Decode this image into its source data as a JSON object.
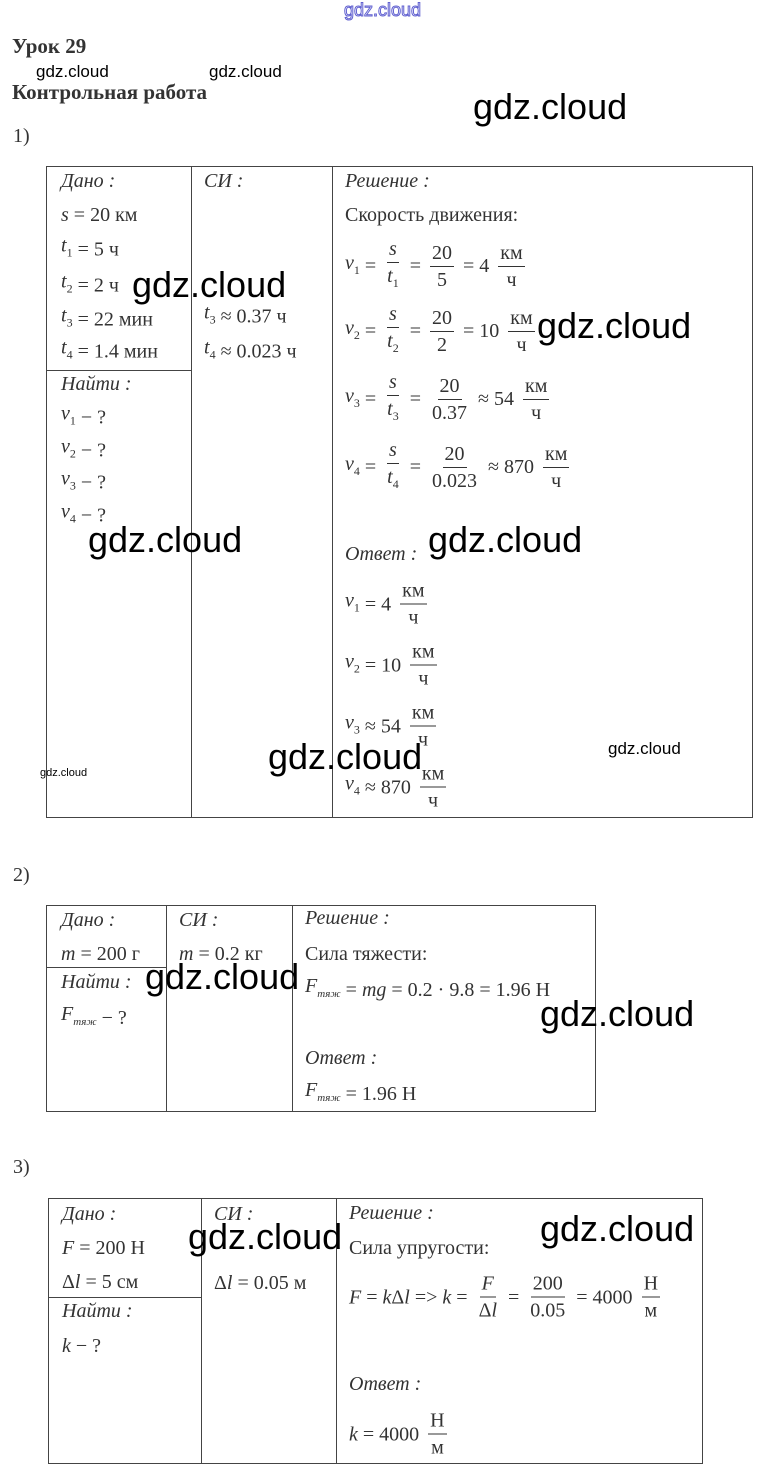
{
  "header": {
    "lesson": "Урок 29",
    "subtitle": "Контрольная работа"
  },
  "labels": {
    "given": "Дано :",
    "si": "СИ :",
    "find": "Найти :",
    "solution": "Решение :",
    "answer": "Ответ :"
  },
  "problems": [
    {
      "number": "1)",
      "given": [
        [
          {
            "i": "s"
          },
          {
            "x": " = 20 км"
          }
        ],
        [
          {
            "i": "t",
            "sub": "1"
          },
          {
            "x": " = 5 ч"
          }
        ],
        [
          {
            "i": "t",
            "sub": "2"
          },
          {
            "x": " = 2 ч"
          }
        ],
        [
          {
            "i": "t",
            "sub": "3"
          },
          {
            "x": " = 22 мин"
          }
        ],
        [
          {
            "i": "t",
            "sub": "4"
          },
          {
            "x": " = 1.4 мин"
          }
        ]
      ],
      "si": [
        [
          {
            "i": "t",
            "sub": "3"
          },
          {
            "x": " ≈ 0.37 ч"
          }
        ],
        [
          {
            "i": "t",
            "sub": "4"
          },
          {
            "x": " ≈ 0.023 ч"
          }
        ]
      ],
      "find": [
        [
          {
            "i": "v",
            "sub": "1"
          },
          {
            "x": " − ?"
          }
        ],
        [
          {
            "i": "v",
            "sub": "2"
          },
          {
            "x": " − ?"
          }
        ],
        [
          {
            "i": "v",
            "sub": "3"
          },
          {
            "x": " − ?"
          }
        ],
        [
          {
            "i": "v",
            "sub": "4"
          },
          {
            "x": " − ?"
          }
        ]
      ],
      "solution_title": "Скорость движения:",
      "solution": [
        [
          {
            "i": "v",
            "sub": "1"
          },
          {
            "x": " = "
          },
          {
            "n": [
              {
                "i": "s"
              }
            ],
            "d": [
              {
                "i": "t",
                "sub": "1"
              }
            ]
          },
          {
            "x": " = "
          },
          {
            "n": [
              {
                "x": "20"
              }
            ],
            "d": [
              {
                "x": "5"
              }
            ]
          },
          {
            "x": " = 4 "
          },
          {
            "n": [
              {
                "x": "км"
              }
            ],
            "d": [
              {
                "x": "ч"
              }
            ]
          }
        ],
        [
          {
            "i": "v",
            "sub": "2"
          },
          {
            "x": " = "
          },
          {
            "n": [
              {
                "i": "s"
              }
            ],
            "d": [
              {
                "i": "t",
                "sub": "2"
              }
            ]
          },
          {
            "x": " = "
          },
          {
            "n": [
              {
                "x": "20"
              }
            ],
            "d": [
              {
                "x": "2"
              }
            ]
          },
          {
            "x": " = 10 "
          },
          {
            "n": [
              {
                "x": "км"
              }
            ],
            "d": [
              {
                "x": "ч"
              }
            ]
          }
        ],
        [
          {
            "i": "v",
            "sub": "3"
          },
          {
            "x": " = "
          },
          {
            "n": [
              {
                "i": "s"
              }
            ],
            "d": [
              {
                "i": "t",
                "sub": "3"
              }
            ]
          },
          {
            "x": " = "
          },
          {
            "n": [
              {
                "x": "20"
              }
            ],
            "d": [
              {
                "x": "0.37"
              }
            ]
          },
          {
            "x": " ≈ 54 "
          },
          {
            "n": [
              {
                "x": "км"
              }
            ],
            "d": [
              {
                "x": "ч"
              }
            ]
          }
        ],
        [
          {
            "i": "v",
            "sub": "4"
          },
          {
            "x": " = "
          },
          {
            "n": [
              {
                "i": "s"
              }
            ],
            "d": [
              {
                "i": "t",
                "sub": "4"
              }
            ]
          },
          {
            "x": " = "
          },
          {
            "n": [
              {
                "x": "20"
              }
            ],
            "d": [
              {
                "x": "0.023"
              }
            ]
          },
          {
            "x": " ≈ 870 "
          },
          {
            "n": [
              {
                "x": "км"
              }
            ],
            "d": [
              {
                "x": "ч"
              }
            ]
          }
        ]
      ],
      "answer": [
        [
          {
            "i": "v",
            "sub": "1"
          },
          {
            "x": " = 4 "
          },
          {
            "n": [
              {
                "x": "км"
              }
            ],
            "d": [
              {
                "x": "ч"
              }
            ]
          }
        ],
        [
          {
            "i": "v",
            "sub": "2"
          },
          {
            "x": " = 10 "
          },
          {
            "n": [
              {
                "x": "км"
              }
            ],
            "d": [
              {
                "x": "ч"
              }
            ]
          }
        ],
        [
          {
            "i": "v",
            "sub": "3"
          },
          {
            "x": " ≈ 54 "
          },
          {
            "n": [
              {
                "x": "км"
              }
            ],
            "d": [
              {
                "x": "ч"
              }
            ]
          }
        ],
        [
          {
            "i": "v",
            "sub": "4"
          },
          {
            "x": " ≈ 870 "
          },
          {
            "n": [
              {
                "x": "км"
              }
            ],
            "d": [
              {
                "x": "ч"
              }
            ]
          }
        ]
      ]
    },
    {
      "number": "2)",
      "given": [
        [
          {
            "i": "m"
          },
          {
            "x": " = 200 г"
          }
        ]
      ],
      "si": [
        [
          {
            "i": "m"
          },
          {
            "x": " = 0.2 кг"
          }
        ]
      ],
      "find": [
        [
          {
            "i": "F",
            "sub": "тяж",
            "subi": true
          },
          {
            "x": " − ?"
          }
        ]
      ],
      "solution_title": "Сила тяжести:",
      "solution": [
        [
          {
            "i": "F",
            "sub": "тяж",
            "subi": true
          },
          {
            "x": " = "
          },
          {
            "i": "mg"
          },
          {
            "x": " = 0.2 · 9.8 = 1.96 Н"
          }
        ]
      ],
      "answer": [
        [
          {
            "i": "F",
            "sub": "тяж",
            "subi": true
          },
          {
            "x": " = 1.96 Н"
          }
        ]
      ]
    },
    {
      "number": "3)",
      "given": [
        [
          {
            "i": "F"
          },
          {
            "x": " = 200 Н"
          }
        ],
        [
          {
            "x": "Δ"
          },
          {
            "i": "l"
          },
          {
            "x": " = 5 см"
          }
        ]
      ],
      "si": [
        [
          {
            "x": "Δ"
          },
          {
            "i": "l"
          },
          {
            "x": " = 0.05 м"
          }
        ]
      ],
      "find": [
        [
          {
            "i": "k"
          },
          {
            "x": " − ?"
          }
        ]
      ],
      "solution_title": "Сила упругости:",
      "solution": [
        [
          {
            "i": "F"
          },
          {
            "x": " = "
          },
          {
            "i": "k"
          },
          {
            "x": "Δ"
          },
          {
            "i": "l"
          },
          {
            "x": " => "
          },
          {
            "i": "k"
          },
          {
            "x": " = "
          },
          {
            "n": [
              {
                "i": "F"
              }
            ],
            "d": [
              {
                "x": "Δ"
              },
              {
                "i": "l"
              }
            ]
          },
          {
            "x": " = "
          },
          {
            "n": [
              {
                "x": "200"
              }
            ],
            "d": [
              {
                "x": "0.05"
              }
            ]
          },
          {
            "x": " = 4000 "
          },
          {
            "n": [
              {
                "x": "Н"
              }
            ],
            "d": [
              {
                "x": "м"
              }
            ]
          }
        ]
      ],
      "answer": [
        [
          {
            "i": "k"
          },
          {
            "x": " = 4000 "
          },
          {
            "n": [
              {
                "x": "Н"
              }
            ],
            "d": [
              {
                "x": "м"
              }
            ]
          }
        ]
      ]
    }
  ],
  "watermarks": [
    "gdz.cloud",
    "gdz.cloud",
    "gdz.cloud",
    "gdz.cloud",
    "gdz.cloud",
    "gdz.cloud",
    "gdz.cloud",
    "gdz.cloud",
    "gdz.cloud",
    "gdz.cloud",
    "gdz.cloud",
    "gdz.cloud",
    "gdz.cloud",
    "gdz.cloud",
    "gdz.cloud"
  ],
  "colors": {
    "text": "#333333",
    "border": "#444444",
    "watermark_top": "#6060d0"
  }
}
